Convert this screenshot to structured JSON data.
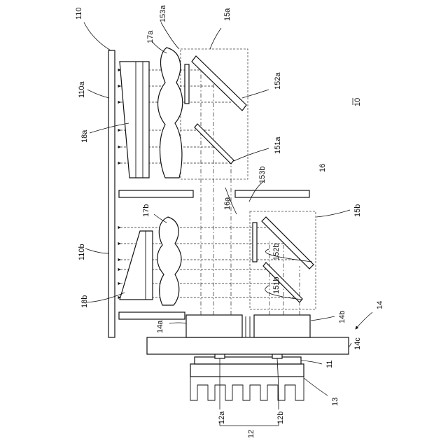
{
  "figure": {
    "number_label": "10",
    "labels": {
      "l110": "110",
      "l110a": "110a",
      "l110b": "110b",
      "l153a": "153a",
      "l15a": "15a",
      "l17a": "17a",
      "l152a": "152a",
      "l18a": "18a",
      "l151a": "151a",
      "l16": "16",
      "l153b": "153b",
      "l16a": "16a",
      "l15b": "15b",
      "l17b": "17b",
      "l152b": "152b",
      "l151b": "151b",
      "l18b": "18b",
      "l14": "14",
      "l14a": "14a",
      "l14b": "14b",
      "l14c": "14c",
      "l11": "11",
      "l13": "13",
      "l12a": "12a",
      "l12b": "12b",
      "l12": "12"
    }
  }
}
